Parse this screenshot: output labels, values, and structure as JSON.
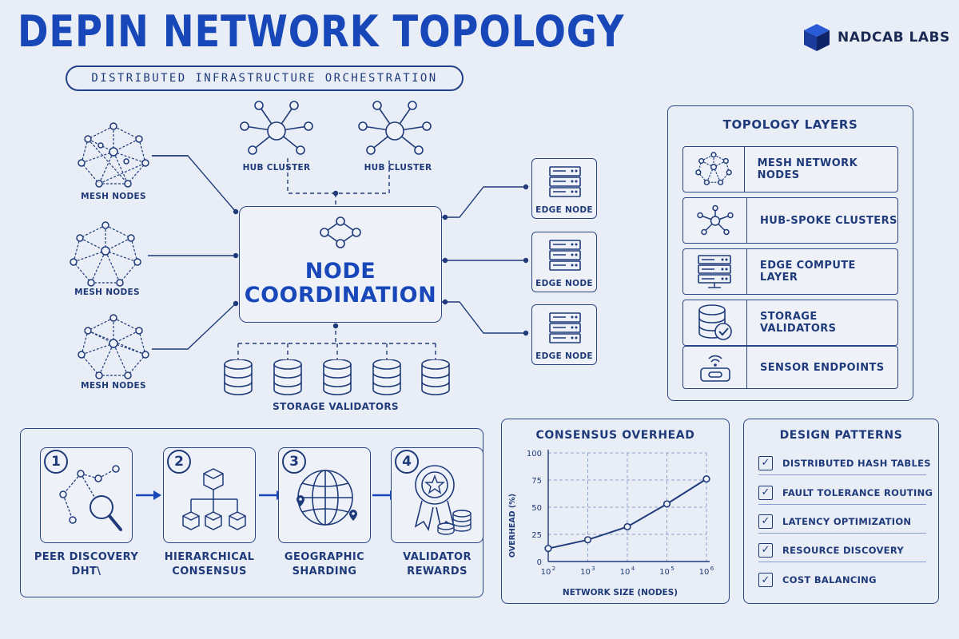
{
  "header": {
    "title": "DEPIN NETWORK TOPOLOGY",
    "subtitle": "DISTRIBUTED INFRASTRUCTURE ORCHESTRATION",
    "brand": "NADCAB LABS"
  },
  "diagram": {
    "mesh_nodes": [
      "MESH NODES",
      "MESH NODES",
      "MESH NODES"
    ],
    "hub_clusters": [
      "HUB CLUSTER",
      "HUB CLUSTER"
    ],
    "edge_nodes": [
      "EDGE NODE",
      "EDGE NODE",
      "EDGE NODE"
    ],
    "center_line1": "NODE",
    "center_line2": "COORDINATION",
    "storage_label": "STORAGE VALIDATORS"
  },
  "topology_layers": {
    "title": "TOPOLOGY LAYERS",
    "items": [
      {
        "label": "MESH NETWORK NODES",
        "icon": "mesh-icon"
      },
      {
        "label": "HUB-SPOKE CLUSTERS",
        "icon": "hub-icon"
      },
      {
        "label": "EDGE COMPUTE LAYER",
        "icon": "server-icon"
      },
      {
        "label": "STORAGE VALIDATORS",
        "icon": "database-check-icon"
      },
      {
        "label": "SENSOR ENDPOINTS",
        "icon": "sensor-icon"
      }
    ]
  },
  "process": {
    "steps": [
      {
        "num": "1",
        "line1": "PEER DISCOVERY",
        "line2": "DHT\\",
        "icon": "magnifier-graph-icon"
      },
      {
        "num": "2",
        "line1": "HIERARCHICAL",
        "line2": "CONSENSUS",
        "icon": "hierarchy-icon"
      },
      {
        "num": "3",
        "line1": "GEOGRAPHIC",
        "line2": "SHARDING",
        "icon": "globe-icon"
      },
      {
        "num": "4",
        "line1": "VALIDATOR",
        "line2": "REWARDS",
        "icon": "award-coins-icon"
      }
    ]
  },
  "chart_data": {
    "type": "line",
    "title": "CONSENSUS OVERHEAD",
    "xlabel": "NETWORK SIZE (NODES)",
    "ylabel": "OVERHEAD (%)",
    "x_scale": "log",
    "x": [
      100,
      1000,
      10000,
      100000,
      1000000
    ],
    "x_tick_labels": [
      {
        "base": "10",
        "exp": "2"
      },
      {
        "base": "10",
        "exp": "3"
      },
      {
        "base": "10",
        "exp": "4"
      },
      {
        "base": "10",
        "exp": "5"
      },
      {
        "base": "10",
        "exp": "6"
      }
    ],
    "y_ticks": [
      0,
      25,
      50,
      75,
      100
    ],
    "ylim": [
      0,
      100
    ],
    "series": [
      {
        "values": [
          12,
          20,
          32,
          53,
          76
        ]
      }
    ],
    "grid": true,
    "color": "#1f3a7a"
  },
  "design_patterns": {
    "title": "DESIGN PATTERNS",
    "items": [
      "DISTRIBUTED HASH TABLES",
      "FAULT TOLERANCE ROUTING",
      "LATENCY OPTIMIZATION",
      "RESOURCE DISCOVERY",
      "COST BALANCING"
    ],
    "check": "✓"
  }
}
